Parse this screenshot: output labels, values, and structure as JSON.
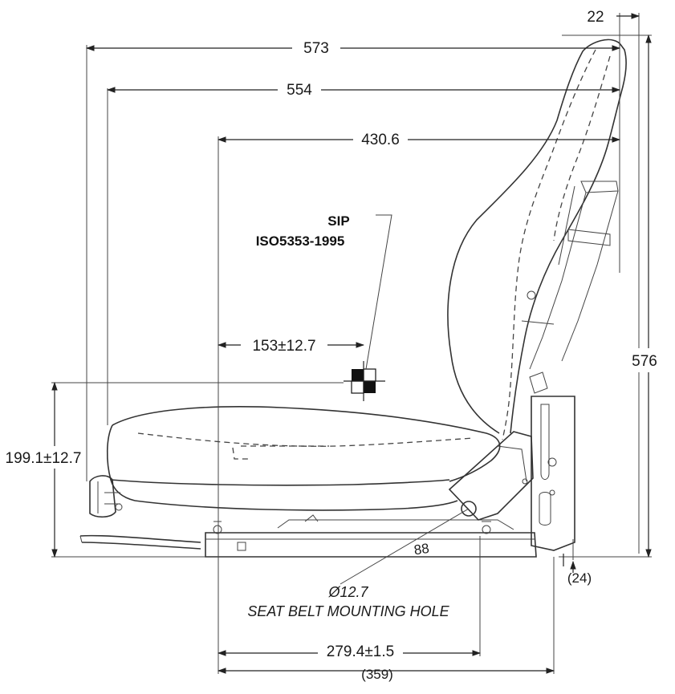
{
  "dimensions": {
    "top_offset": "22",
    "overall_length": "573",
    "backrest_length": "554",
    "sip_to_back": "430.6",
    "sip_horizontal": "153±12.7",
    "sip_height": "199.1±12.7",
    "overall_height": "576",
    "rail_offset": "(24)",
    "mount_spacing": "279.4±1.5",
    "base_length": "(359)"
  },
  "labels": {
    "sip_title": "SIP",
    "sip_standard": "ISO5353-1995",
    "hole_diameter": "Ø12.7",
    "hole_description": "SEAT BELT MOUNTING HOLE",
    "base_marking": "88"
  }
}
